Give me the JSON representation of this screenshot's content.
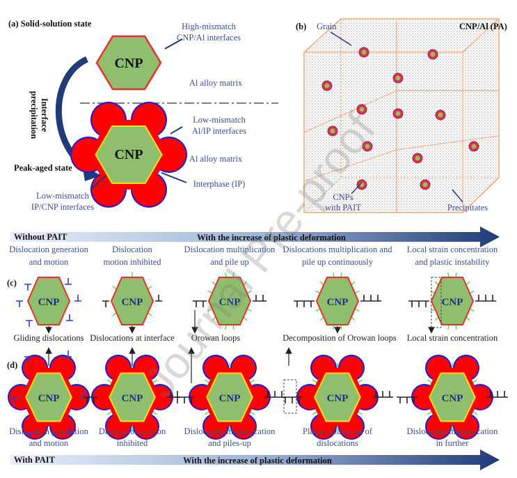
{
  "panel_a": {
    "label": "(a) Solid-solution state",
    "cnp": "CNP",
    "high_mismatch": [
      "High-mismatch",
      "CNP/Al interfaces"
    ],
    "matrix_top": "Al alloy matrix",
    "process": [
      "Interface",
      "precipitation"
    ],
    "low_mismatch_al_ip": [
      "Low-mismatch",
      "Al/IP interfaces"
    ],
    "matrix_bottom": "Al alloy matrix",
    "interphase": "Interphase (IP)",
    "peak_aged": "Peak-aged state",
    "low_mismatch_ip_cnp": [
      "Low-mismatch",
      "IP/CNP interfaces"
    ]
  },
  "panel_b": {
    "label": "(b)",
    "title": "CNP/Al (PA)",
    "grain": "Grain",
    "cnps": [
      "CNPs",
      "with PAIT"
    ],
    "precipitates": "Precipitates"
  },
  "row_c": {
    "label": "(c)",
    "arrow_left": "Without PAIT",
    "arrow_text": "With the increase of plastic deformation",
    "cnp": "CNP",
    "stages": [
      {
        "title": [
          "Dislocation generation",
          "and motion"
        ],
        "result": "Gliding dislocations"
      },
      {
        "title": [
          "Dislocation",
          "motion inhibited"
        ],
        "result": "Dislocations at interface"
      },
      {
        "title": [
          "Dislocation multiplication",
          "and pile up"
        ],
        "result": "Orowan loops"
      },
      {
        "title": [
          "Dislocations multiplication and",
          "pile up continuously"
        ],
        "result": "Decomposition of Orowan loops"
      },
      {
        "title": [
          "Local strain concentration",
          "and plastic instability"
        ],
        "result": "Local strain concentration"
      }
    ]
  },
  "row_d": {
    "label": "(d)",
    "arrow_left": "With PAIT",
    "arrow_text": "With the increase of plastic deformation",
    "cnp": "CNP",
    "stages": [
      {
        "title": [
          "Dislocation generation",
          "and motion"
        ]
      },
      {
        "title": [
          "Dislocation motion",
          "inhibited"
        ]
      },
      {
        "title": [
          "Dislocation multiplication",
          "and piles-up"
        ]
      },
      {
        "title": [
          "Plastic relaxation of",
          "dislocations"
        ]
      },
      {
        "title": [
          "Dislocation multiplication",
          "in further"
        ]
      }
    ]
  },
  "watermark": "Journal Pre-proof",
  "colors": {
    "cnp_fill": "#8fbf6e",
    "ip_fill": "#ff0000",
    "ip_outline": "#1a1adc",
    "interface": "#ffe000",
    "arrow_dark": "#1f3b78",
    "arrow_light": "#c9d8ee"
  }
}
